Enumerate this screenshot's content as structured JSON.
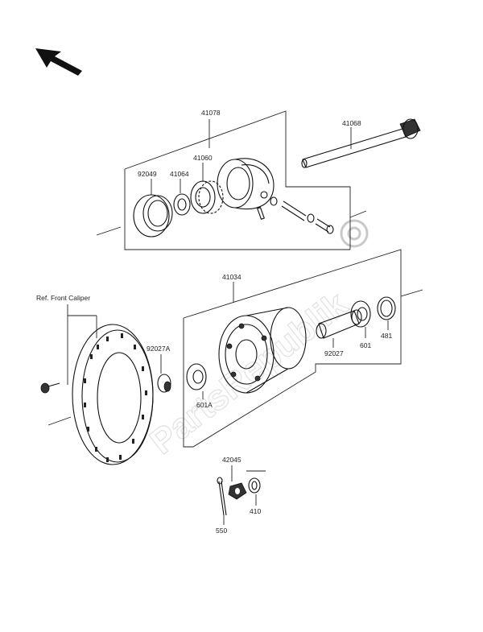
{
  "watermark": "PartsRepublik",
  "callouts": {
    "p41078": "41078",
    "p41068": "41068",
    "p41060": "41060",
    "p41064": "41064",
    "p92049": "92049",
    "p41034": "41034",
    "ref_front_caliper": "Ref. Front Caliper",
    "p92027A": "92027A",
    "p601A": "601A",
    "p92027": "92027",
    "p601": "601",
    "p481": "481",
    "p42045": "42045",
    "p410": "410",
    "p550": "550"
  },
  "icons": [
    "direction-arrow-icon",
    "gear-icon"
  ]
}
